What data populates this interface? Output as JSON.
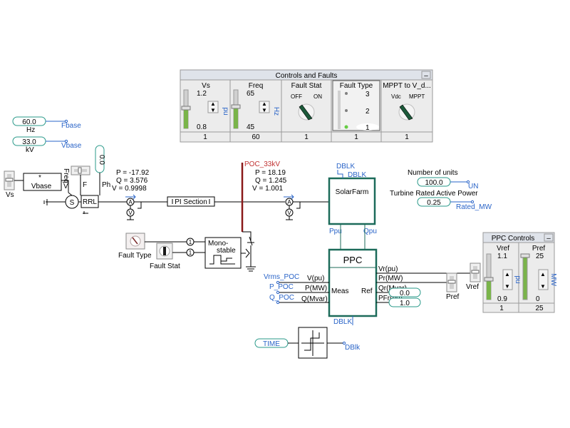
{
  "controls_panel": {
    "title": "Controls and Faults",
    "close_glyph": "–",
    "sliders": [
      {
        "name": "Vs",
        "max": "1.2",
        "min": "0.8",
        "unit": "pu",
        "value": "1"
      },
      {
        "name": "Freq",
        "max": "65",
        "min": "45",
        "unit": "Hz",
        "value": "60"
      }
    ],
    "fault_stat": {
      "name": "Fault Stat",
      "off": "OFF",
      "on": "ON",
      "value": "1"
    },
    "fault_type": {
      "name": "Fault Type",
      "options": [
        "3",
        "2",
        "1"
      ],
      "value": "1"
    },
    "mppt": {
      "name": "MPPT to V_d...",
      "left": "Vdc",
      "right": "MPPT",
      "value": "1"
    }
  },
  "ppc_panel": {
    "title": "PPC Controls",
    "close_glyph": "–",
    "sliders": [
      {
        "name": "Vref",
        "max": "1.1",
        "min": "0.9",
        "unit": "pu",
        "value": "1"
      },
      {
        "name": "Pref",
        "max": "25",
        "min": "0",
        "unit": "MW",
        "value": "25"
      }
    ]
  },
  "signals": {
    "fbase_value": "60.0",
    "fbase_unit": "Hz",
    "fbase_name": "Fbase",
    "vbase_value": "33.0",
    "vbase_unit": "kV",
    "vbase_name": "Vbase",
    "ph_value": "0.0",
    "units_label": "Number of units",
    "units_value": "100.0",
    "units_name": "UN",
    "turbine_label": "Turbine Rated Active Power",
    "turbine_value": "0.25",
    "turbine_name": "Rated_MW",
    "time_name": "TIME",
    "vrms_poc": "Vrms_POC",
    "p_poc": "P_POC",
    "q_poc": "Q_POC",
    "dblk_top": "DBLK",
    "dblk_ppc": "DBLK",
    "dblk_step": "DBlk",
    "qr_value": "0.0",
    "pfr_value": "1.0"
  },
  "labels": {
    "vs": "Vs",
    "vbase_block": "Vbase",
    "multiply": "*",
    "v": "V",
    "f": "F",
    "freq": "Freq",
    "ph": "Ph",
    "rrl": "RRL",
    "pi_section": "PI Section",
    "poc_bus": "POC_33kV",
    "meas_left_p": "P = -17.92",
    "meas_left_q": "Q = 3.576",
    "meas_left_v": "V = 0.9998",
    "meas_right_p": "P = 18.19",
    "meas_right_q": "Q = 1.245",
    "meas_right_v": "V = 1.001",
    "fault_type": "Fault Type",
    "fault_stat": "Fault Stat",
    "monostable": "Mono-\nstable",
    "solarfarm": "SolarFarm",
    "ppu": "Ppu",
    "qpu": "Qpu",
    "ppc": "PPC",
    "meas": "Meas",
    "ref": "Ref",
    "vpu": "V(pu)",
    "pmw": "P(MW)",
    "qmvar": "Q(Mvar)",
    "vrpu": "Vr(pu)",
    "prmw": "Pr(MW)",
    "qrmvar": "Qr(Mvar)",
    "pfrpu": "PFr(pu)",
    "pref": "Pref",
    "vref": "Vref",
    "one": "1"
  }
}
